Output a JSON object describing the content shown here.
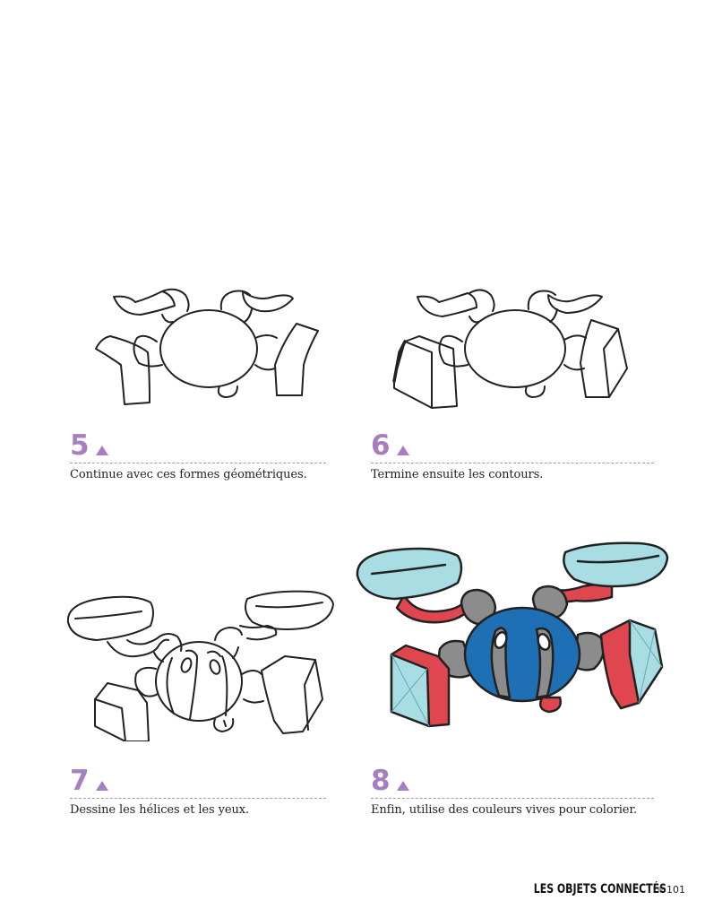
{
  "steps": [
    {
      "number": "5",
      "text": "Continue avec ces formes géométriques.",
      "illustration": "drone-sketch-step-5"
    },
    {
      "number": "6",
      "text": "Termine ensuite les contours.",
      "illustration": "drone-sketch-step-6"
    },
    {
      "number": "7",
      "text": "Dessine les hélices et les yeux.",
      "illustration": "drone-sketch-step-7"
    },
    {
      "number": "8",
      "text": "Enfin, utilise des couleurs vives pour colorier.",
      "illustration": "drone-colored-step-8"
    }
  ],
  "footer": {
    "section_title": "LES OBJETS CONNECTÉS",
    "page_number": "101"
  },
  "colors": {
    "step_accent": "#a77fbf",
    "drone_body": "#1f6fb5",
    "drone_joints": "#8c8c8c",
    "drone_arms": "#e0464f",
    "drone_propellers": "#a7dde3",
    "outline": "#222222"
  }
}
